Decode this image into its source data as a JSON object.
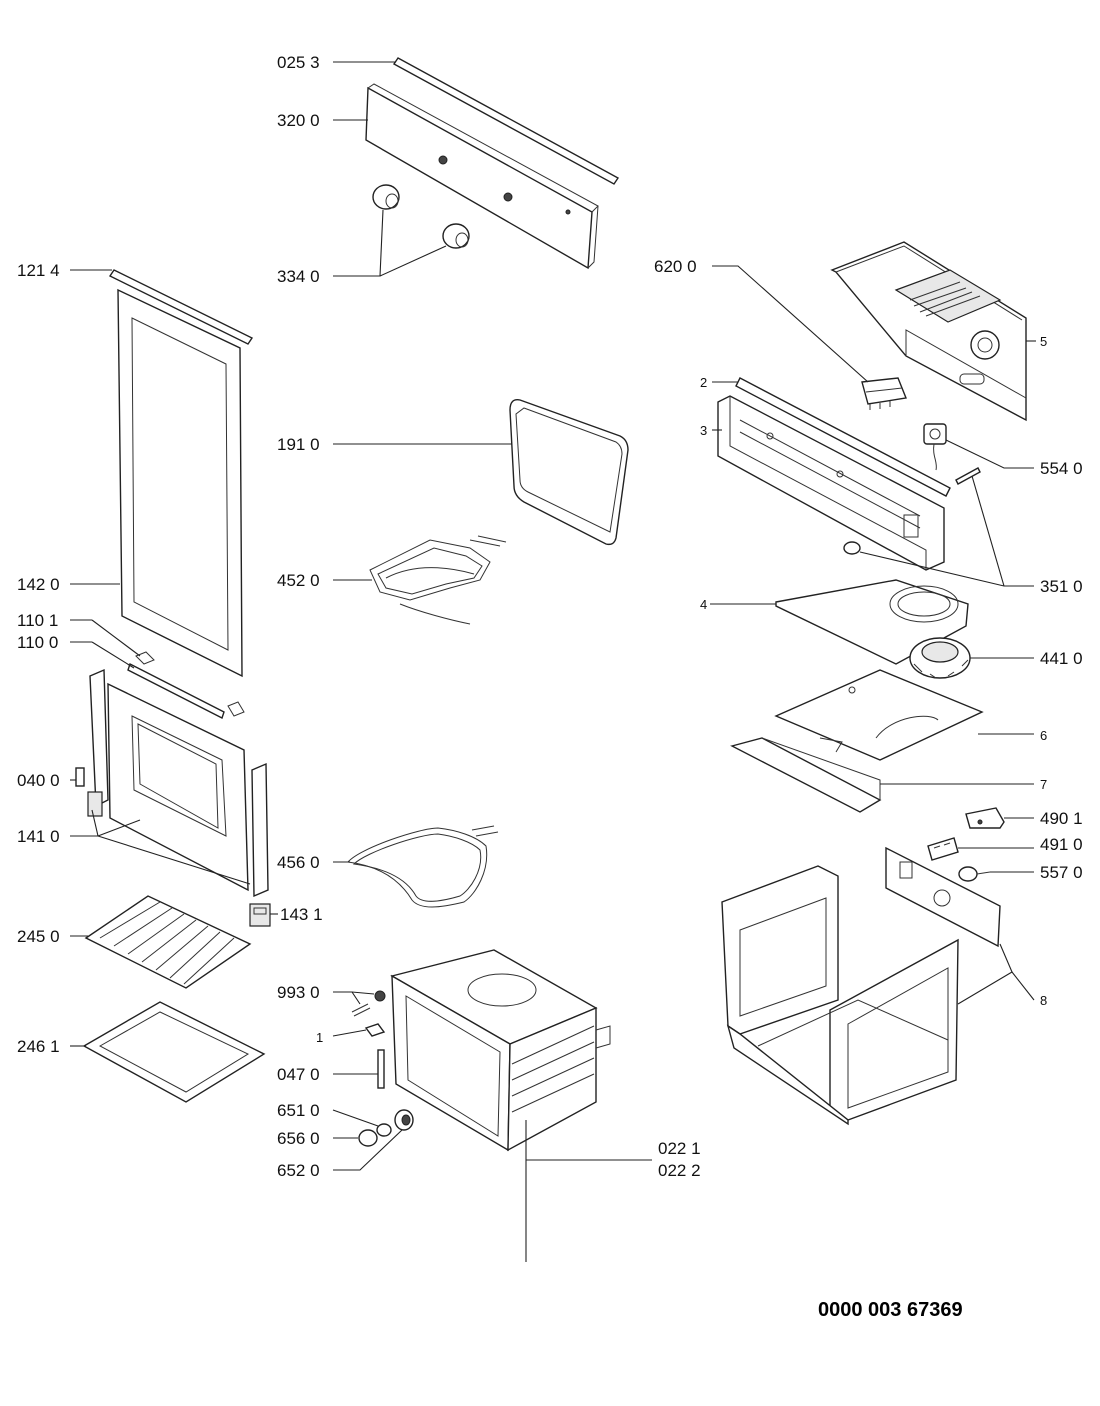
{
  "labels": {
    "p0253": "025 3",
    "p3200": "320 0",
    "p3340": "334 0",
    "p6200": "620 0",
    "p5": "5",
    "p2": "2",
    "p3": "3",
    "p5540": "554 0",
    "p1910": "191 0",
    "p1214": "121 4",
    "p1420": "142 0",
    "p4520": "452 0",
    "p3510": "351 0",
    "p4": "4",
    "p4410": "441 0",
    "p1101": "110 1",
    "p1100": "110 0",
    "p6": "6",
    "p7": "7",
    "p0400": "040 0",
    "p1410": "141 0",
    "p4901": "490 1",
    "p4910": "491 0",
    "p5570": "557 0",
    "p4560": "456 0",
    "p1431": "143 1",
    "p2450": "245 0",
    "p8": "8",
    "p9930": "993 0",
    "p1": "1",
    "p2461": "246 1",
    "p0470": "047 0",
    "p6510": "651 0",
    "p6560": "656 0",
    "p6520": "652 0",
    "p0221": "022 1",
    "p0222": "022 2"
  },
  "document_number": "0000 003 67369"
}
